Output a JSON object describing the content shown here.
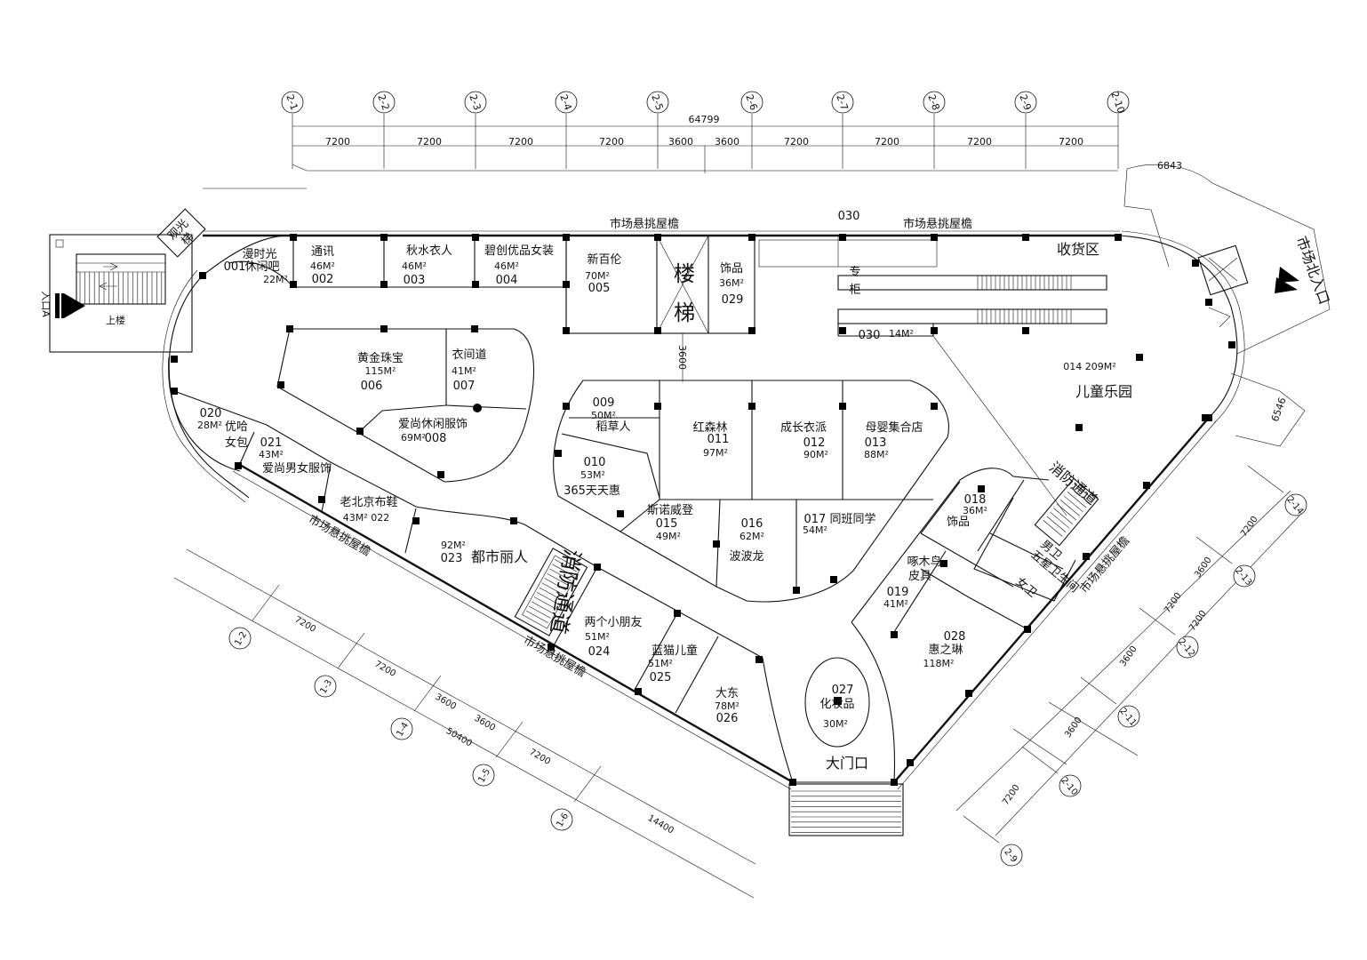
{
  "grid_top": {
    "axes": [
      "2-1",
      "2-2",
      "2-3",
      "2-4",
      "2-5",
      "2-6",
      "2-7",
      "2-8",
      "2-9",
      "2-10"
    ],
    "total": "64799",
    "spans": [
      "7200",
      "7200",
      "7200",
      "7200",
      "3600",
      "3600",
      "7200",
      "7200",
      "7200",
      "7200"
    ]
  },
  "grid_left": {
    "axes": [
      "1-2",
      "1-3",
      "1-4",
      "1-5",
      "1-6"
    ],
    "spans": [
      "7200",
      "7200",
      "3600",
      "3600",
      "7200",
      "14400"
    ],
    "total": "50400"
  },
  "grid_right": {
    "axes": [
      "2-9",
      "2-10",
      "2-11",
      "2-12",
      "2-13",
      "2-14"
    ],
    "spans": [
      "7200",
      "3600",
      "3600",
      "7200",
      "3600",
      "7200",
      "7200"
    ]
  },
  "misc_dims": {
    "d1": "6843",
    "d2": "6546",
    "d3": "3600"
  },
  "labels": {
    "canopy_top_left": "市场悬挑屋檐",
    "canopy_top_right": "市场悬挑屋檐",
    "canopy_top_num": "030",
    "canopy_left": "市场悬挑屋檐",
    "canopy_bottom": "市场悬挑屋檐",
    "canopy_right": "市场悬挑屋檐",
    "receiving": "收货区",
    "stairs_1": "楼",
    "stairs_2": "梯",
    "sightseeing": "观光梯",
    "main_gate": "大门口",
    "north_entrance": "市场北入口",
    "entrance_west": "入口A",
    "west_up": "上楼",
    "fire_exit": "消防通道",
    "fire_exit_2": "消防通道",
    "restroom": "五星卫生间",
    "male": "男卫",
    "female": "女卫",
    "counter_1": "专",
    "counter_2": "柜"
  },
  "shops": {
    "s001": {
      "name_1": "漫时光",
      "name_2": "休闲吧",
      "num": "001",
      "area": "22M²"
    },
    "s002": {
      "name": "通讯",
      "area": "46M²",
      "num": "002"
    },
    "s003": {
      "name": "秋水衣人",
      "area": "46M²",
      "num": "003"
    },
    "s004": {
      "name": "碧创优品女装",
      "area": "46M²",
      "num": "004"
    },
    "s005": {
      "name": "新百伦",
      "area": "70M²",
      "num": "005"
    },
    "s029": {
      "name": "饰品",
      "area": "36M²",
      "num": "029"
    },
    "s030": {
      "num": "030",
      "area": "14M²"
    },
    "s006": {
      "name": "黄金珠宝",
      "area": "115M²",
      "num": "006"
    },
    "s007": {
      "name": "衣间道",
      "area": "41M²",
      "num": "007"
    },
    "s008": {
      "name": "爱尚休闲服饰",
      "area": "69M²",
      "num": "008"
    },
    "s009": {
      "num": "009",
      "area": "50M²",
      "name": "稻草人"
    },
    "s010": {
      "num": "010",
      "area": "53M²",
      "name": "365天天惠"
    },
    "s011": {
      "name": "红森林",
      "num": "011",
      "area": "97M²"
    },
    "s012": {
      "name": "成长衣派",
      "num": "012",
      "area": "90M²"
    },
    "s013": {
      "name": "母婴集合店",
      "num": "013",
      "area": "88M²"
    },
    "s014": {
      "label": "014  209M²",
      "name": "儿童乐园"
    },
    "s015": {
      "name": "斯诺威登",
      "num": "015",
      "area": "49M²"
    },
    "s016": {
      "num": "016",
      "area": "62M²",
      "name": "波波龙"
    },
    "s017": {
      "label": "017 同班同学",
      "area": "54M²"
    },
    "s018": {
      "num": "018",
      "area": "36M²",
      "name": "饰品"
    },
    "s019": {
      "name_1": "啄木鸟",
      "name_2": "皮具",
      "num": "019",
      "area": "41M²"
    },
    "s020": {
      "num": "020",
      "area": "28M²",
      "name_1": "优哈",
      "name_2": "女包"
    },
    "s021": {
      "num": "021",
      "area": "43M²",
      "name": "爱尚男女服饰"
    },
    "s022": {
      "name": "老北京布鞋",
      "label": "43M² 022"
    },
    "s023": {
      "area": "92M²",
      "num": "023",
      "name": "都市丽人"
    },
    "s024": {
      "name": "两个小朋友",
      "area": "51M²",
      "num": "024"
    },
    "s025": {
      "name": "蓝猫儿童",
      "area": "51M²",
      "num": "025"
    },
    "s026": {
      "name": "大东",
      "area": "78M²",
      "num": "026"
    },
    "s027": {
      "num": "027",
      "name": "化妆品",
      "area": "30M²"
    },
    "s028": {
      "num": "028",
      "name": "惠之琳",
      "area": "118M²"
    }
  }
}
